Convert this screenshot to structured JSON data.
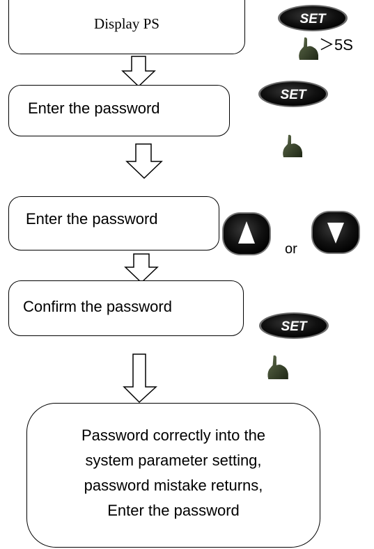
{
  "steps": {
    "display_ps": "Display PS",
    "enter_password_1": "Enter the password",
    "enter_password_2": "Enter the password",
    "confirm_password": "Confirm the password",
    "result": [
      "Password correctly into the",
      "system parameter setting,",
      "password mistake returns,",
      "Enter the password"
    ]
  },
  "keys": {
    "set_label": "SET",
    "hold_label": "＞5S",
    "or_label": "or"
  },
  "icons": [
    "set-key-icon",
    "hand-press-icon",
    "up-key-icon",
    "down-key-icon",
    "down-arrow-icon"
  ],
  "colors": {
    "key_fill": "#0d0d0d",
    "key_rim": "#5a5a5a",
    "hand": "#2f3b24",
    "line": "#000000"
  }
}
